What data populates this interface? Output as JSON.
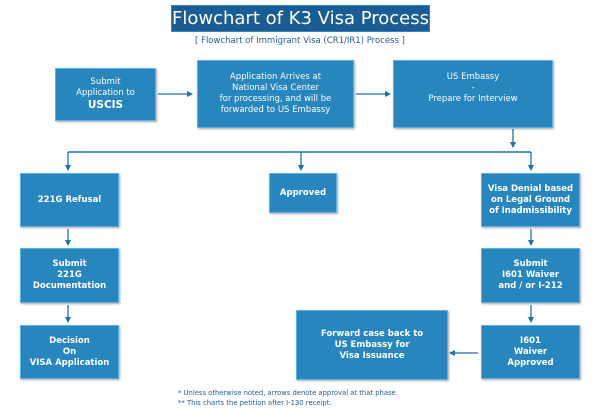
{
  "title": "Flowchart of K3 Visa Process",
  "subtitle": "[ Flowchart of Immigrant Visa (CR1/IR1) Process ]",
  "nodes": {
    "submit_uscis": {
      "line1": "Submit",
      "line2": "Application to",
      "line3": "USCIS"
    },
    "arrives_nvc": {
      "line1": "Application Arrives at",
      "line2": "National Visa Center",
      "line3": "for processing, and will be",
      "line4": "forwarded to US Embassy"
    },
    "us_embassy": {
      "line1": "US Embassy",
      "line2": "-",
      "line3": "Prepare for Interview"
    },
    "refusal_221g": {
      "line1": "221G Refusal"
    },
    "approved": {
      "line1": "Approved"
    },
    "visa_denial": {
      "line1": "Visa Denial based",
      "line2": "on Legal Ground",
      "line3": "of Inadmissibility"
    },
    "submit_221g": {
      "line1": "Submit",
      "line2": "221G",
      "line3": "Documentation"
    },
    "submit_waiver": {
      "line1": "Submit",
      "line2": "I601 Waiver",
      "line3": "and / or I-212"
    },
    "decision": {
      "line1": "Decision",
      "line2": "On",
      "line3": "VISA Application"
    },
    "forward_case": {
      "line1": "Forward case back to",
      "line2": "US Embassy for",
      "line3": "Visa Issuance"
    },
    "waiver_approved": {
      "line1": "I601",
      "line2": "Waiver",
      "line3": "Approved"
    }
  },
  "notes": {
    "note1": "* Unless otherwise noted, arrows denote approval at that phase.",
    "note2": "** This charts the petition after I-130 receipt."
  },
  "colors": {
    "node_fill": "#2686bd",
    "node_border": "#5fb3e0",
    "title_fill": "#1a5d94",
    "connector": "#1f72ad",
    "note_text": "#1f5e94"
  }
}
